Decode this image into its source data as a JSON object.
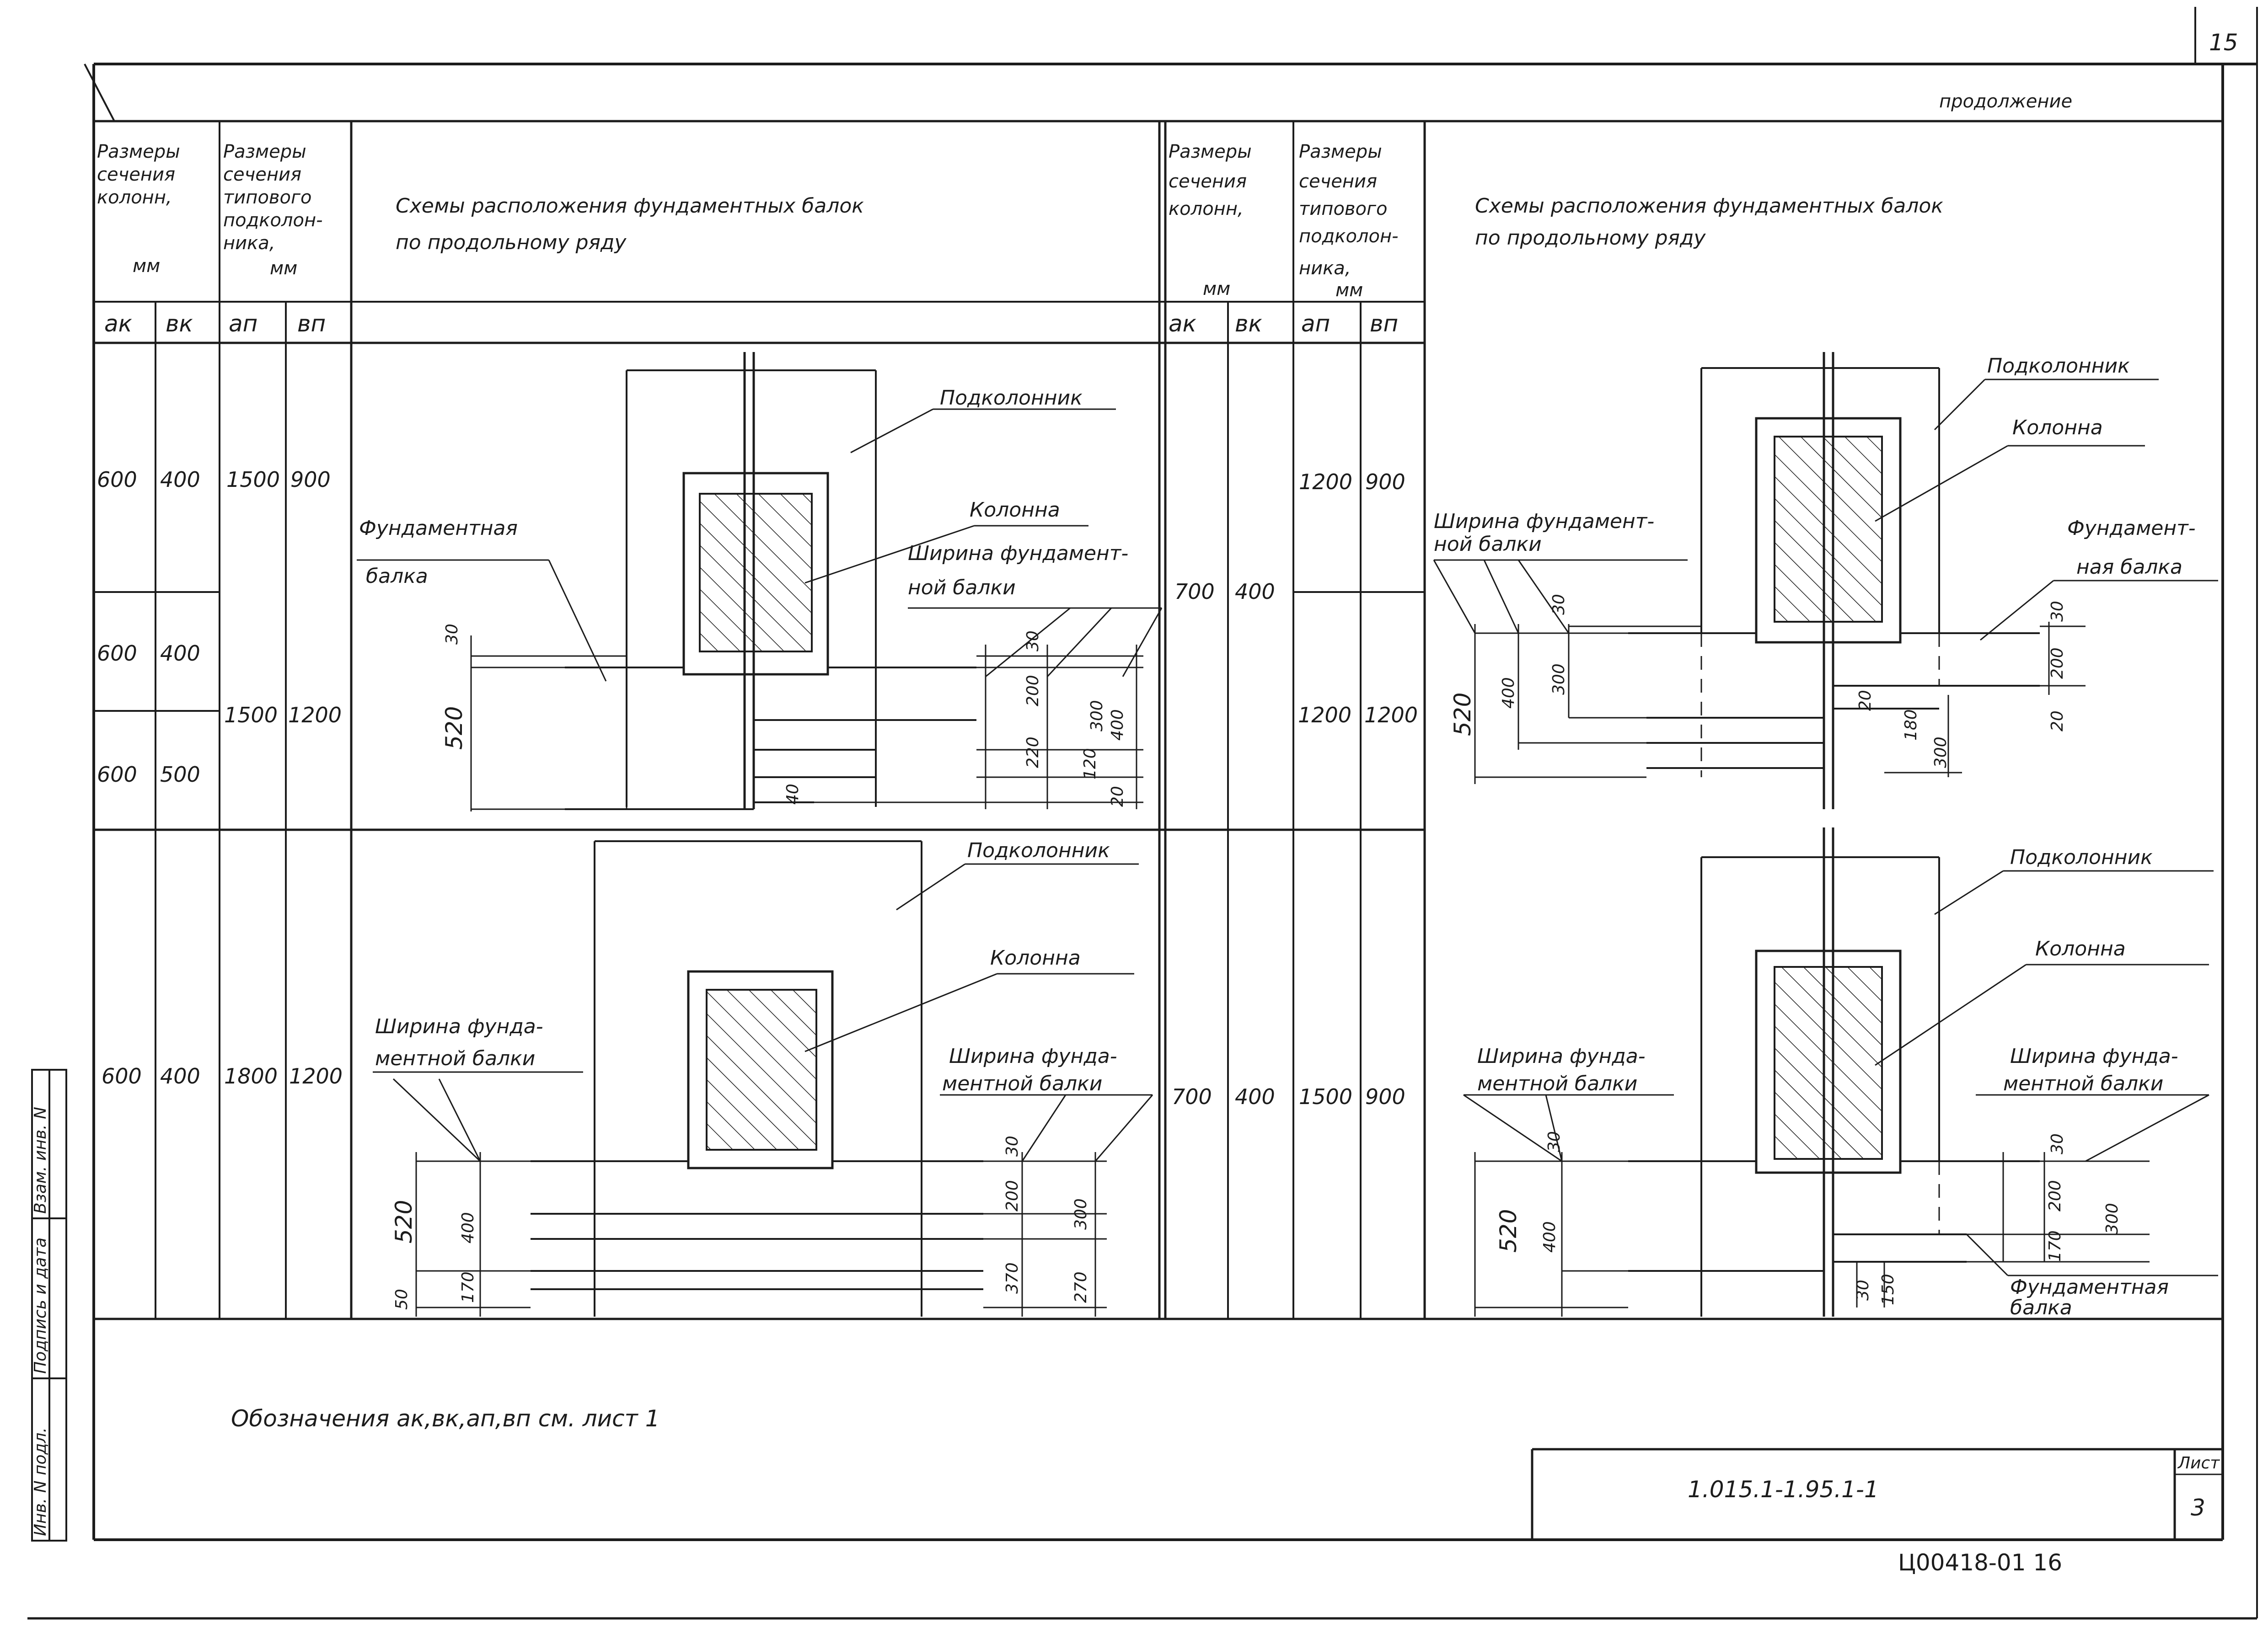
{
  "sheet": {
    "page_number": "15",
    "continuation": "продолжение",
    "note": "Обозначения ак,вк,ап,вп см. лист 1",
    "doc_code": "1.015.1-1.95.1-1",
    "sheet_label": "Лист",
    "sheet_number": "3",
    "archive_code": "Ц00418-01  16",
    "side_stamp": [
      "Инв. N подл.",
      "Подпись и дата",
      "Взам. инв. N"
    ]
  },
  "header": {
    "col_section": [
      "Размеры",
      "сечения",
      "колонн,"
    ],
    "col_section_unit": "мм",
    "col_sub": [
      "Размеры",
      "сечения",
      "типового",
      "подколон-",
      "ника,"
    ],
    "col_sub_unit": "мм",
    "scheme_title_1": "Схемы расположения фундаментных балок",
    "scheme_title_2": "по продольному ряду",
    "ak": "ак",
    "bk": "вк",
    "an": "ап",
    "bn": "вп"
  },
  "left_rows": [
    {
      "ak": "600",
      "bk": "400",
      "an": "1500",
      "bn": "900"
    },
    {
      "ak": "600",
      "bk": "400",
      "an": "1500",
      "bn": "1200"
    },
    {
      "ak": "600",
      "bk": "500"
    },
    {
      "ak": "600",
      "bk": "400",
      "an": "1800",
      "bn": "1200"
    }
  ],
  "right_rows": [
    {
      "ak": "700",
      "bk": "400",
      "an": "1200",
      "bn": "900"
    },
    {
      "an": "1200",
      "bn": "1200"
    },
    {
      "ak": "700",
      "bk": "400",
      "an": "1500",
      "bn": "900"
    }
  ],
  "labels": {
    "podkolonnik": "Подколонник",
    "kolonna": "Колонна",
    "fund_beam_1": "Фундаментная",
    "fund_beam_2": "балка",
    "width_1": "Ширина фундамент-",
    "width_2": "ной балки",
    "width_3": "Ширина фунда-",
    "width_4": "ментной балки",
    "fund_right_1": "Фундамент-",
    "fund_right_2": "ная балка"
  },
  "dims": {
    "d30": "30",
    "d20": "20",
    "d40": "40",
    "d50": "50",
    "d120": "120",
    "d150": "150",
    "d170": "170",
    "d180": "180",
    "d200": "200",
    "d220": "220",
    "d270": "270",
    "d300": "300",
    "d370": "370",
    "d400": "400",
    "d520": "520"
  }
}
